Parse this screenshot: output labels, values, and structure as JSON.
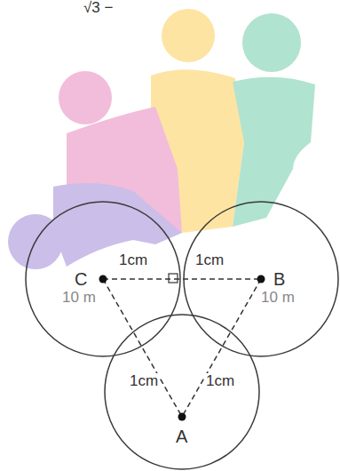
{
  "diagram": {
    "nodes": [
      {
        "text": [
          "C"
        ]
      },
      {
        "text": [
          "B"
        ]
      },
      {
        "text": [
          "A"
        ]
      }
    ],
    "edges": [
      {
        "from": 0,
        "to": 1,
        "arrow": "none"
      },
      {
        "from": 0,
        "to": 2,
        "label": "10 m",
        "arrow": "none"
      },
      {
        "from": 1,
        "to": 2,
        "label": "10 m",
        "arrow": "none"
      }
    ],
    "labels": [
      "√3 −",
      "1cm",
      "1cm",
      "1cm",
      "1cm"
    ]
  }
}
